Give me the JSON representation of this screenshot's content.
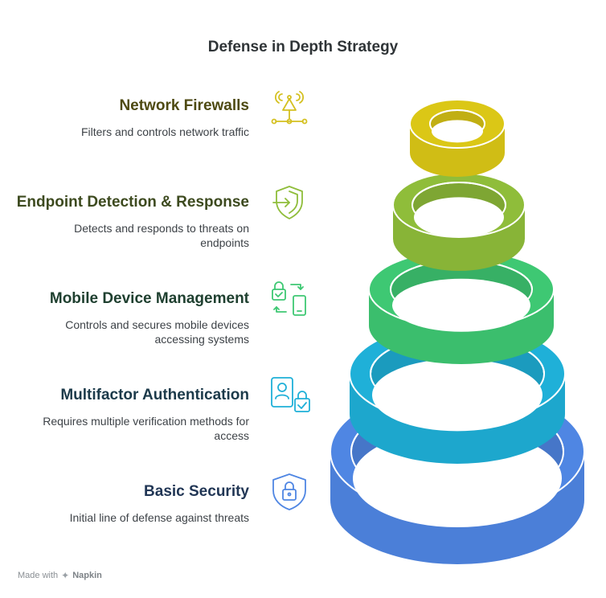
{
  "title": "Defense in Depth Strategy",
  "layers": [
    {
      "title": "Network Firewalls",
      "description": "Filters and controls network traffic",
      "icon": "network-signal-icon",
      "color": "#dbc716",
      "title_color": "#4e4a12",
      "desc_lines": [
        "Filters and controls network traffic"
      ]
    },
    {
      "title": "Endpoint Detection & Response",
      "description": "Detects and responds to threats on endpoints",
      "icon": "shield-enter-icon",
      "color": "#8fbd3a",
      "title_color": "#3d4a1f",
      "desc_lines": [
        "Detects and responds to threats on",
        "endpoints"
      ]
    },
    {
      "title": "Mobile Device Management",
      "description": "Controls and secures mobile devices accessing systems",
      "icon": "mobile-lock-sync-icon",
      "color": "#3ec873",
      "title_color": "#1f4030",
      "desc_lines": [
        "Controls and secures mobile devices",
        "accessing systems"
      ]
    },
    {
      "title": "Multifactor Authentication",
      "description": "Requires multiple verification methods for access",
      "icon": "id-card-lock-icon",
      "color": "#1fb0d8",
      "title_color": "#1c3a4a",
      "desc_lines": [
        "Requires multiple verification methods for",
        "access"
      ]
    },
    {
      "title": "Basic Security",
      "description": "Initial line of defense against threats",
      "icon": "shield-lock-icon",
      "color": "#4f86e3",
      "title_color": "#213655",
      "desc_lines": [
        "Initial line of defense against threats"
      ]
    }
  ],
  "footer": {
    "made_with": "Made with",
    "brand": "Napkin"
  }
}
